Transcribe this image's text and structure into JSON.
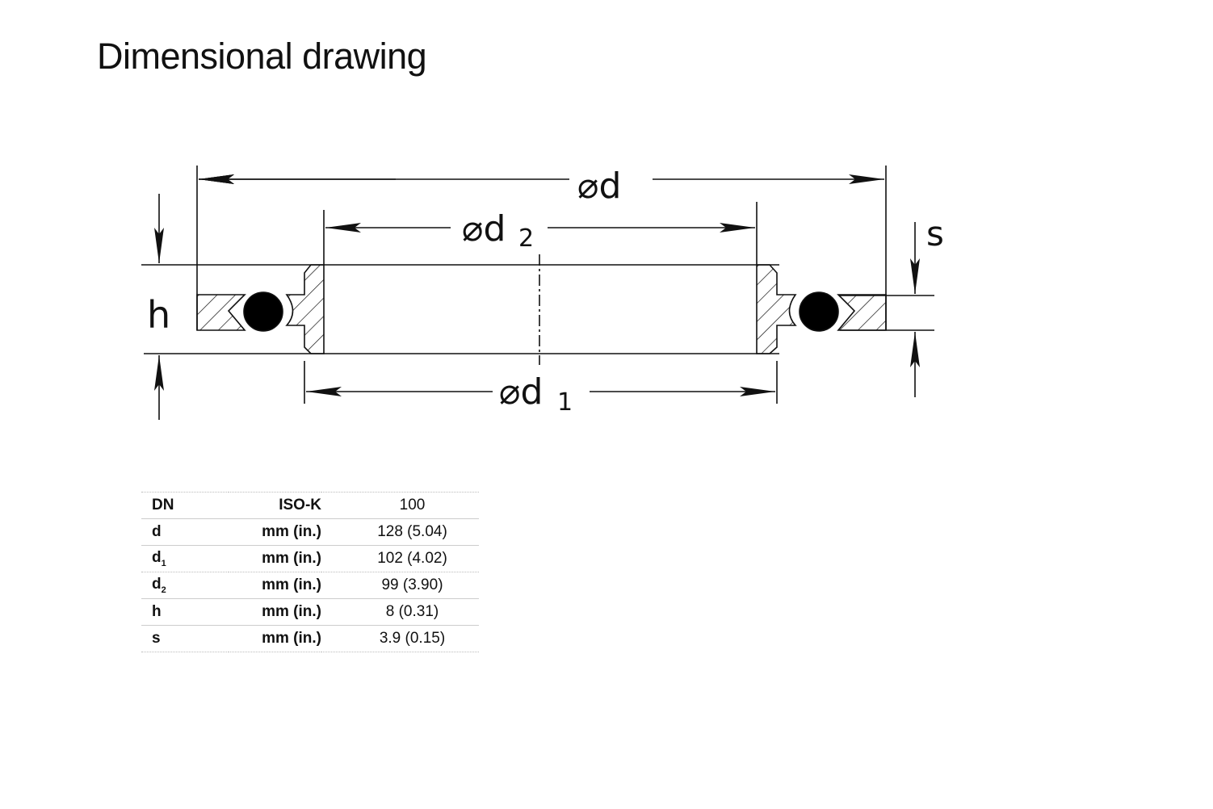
{
  "title": "Dimensional drawing",
  "drawing": {
    "label_d": "⌀d",
    "label_d2": "⌀d",
    "sub_d2": "2",
    "label_d1": "⌀d",
    "sub_d1": "1",
    "label_h": "h",
    "label_s": "s"
  },
  "table": {
    "header": {
      "c1": "DN",
      "c2": "ISO-K",
      "c3": "100"
    },
    "rows": [
      {
        "c1": "d",
        "sub": "",
        "c2": "mm (in.)",
        "c3": "128 (5.04)"
      },
      {
        "c1": "d",
        "sub": "1",
        "c2": "mm (in.)",
        "c3": "102 (4.02)"
      },
      {
        "c1": "d",
        "sub": "2",
        "c2": "mm (in.)",
        "c3": "99 (3.90)"
      },
      {
        "c1": "h",
        "sub": "",
        "c2": "mm (in.)",
        "c3": "8 (0.31)"
      },
      {
        "c1": "s",
        "sub": "",
        "c2": "mm (in.)",
        "c3": "3.9 (0.15)"
      }
    ]
  }
}
